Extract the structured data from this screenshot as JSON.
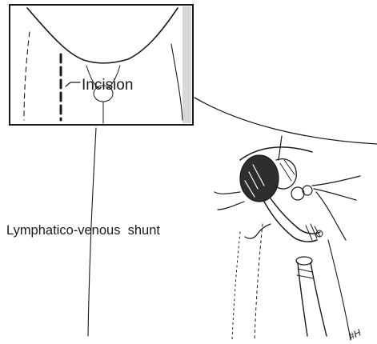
{
  "figure": {
    "labels": {
      "incision": "Incision",
      "shunt": "Lymphatico-venous  shunt",
      "signature": "#H"
    },
    "colors": {
      "ink": "#1a1a1a",
      "background": "#ffffff"
    }
  }
}
